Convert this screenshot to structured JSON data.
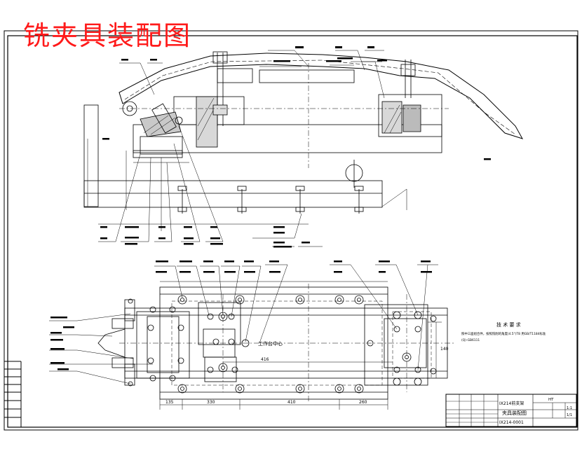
{
  "title": "铣夹具装配图",
  "labels": {
    "work_center": "工作台中心",
    "tech_req_title": "技 术 要 求",
    "tech_req_line1": "照中三面组合件，按照铣削的角度(4.5°)T8 用GB/T1184标准",
    "tech_req_line2": "(Q)-GB6111"
  },
  "dimensions": {
    "top_span": "416",
    "bottom_1": "135",
    "bottom_2": "330",
    "bottom_3": "410",
    "bottom_4": "260",
    "right_h": "140"
  },
  "title_block": {
    "drawing_name": "夹具装配图",
    "part_name": "IX214前支架",
    "drawing_no": "IX214-0001",
    "scale": "1:1",
    "sheet": "1/1",
    "material": "HT"
  },
  "colors": {
    "title": "#ff1a1a",
    "lines": "#000000",
    "frame": "#000000"
  }
}
